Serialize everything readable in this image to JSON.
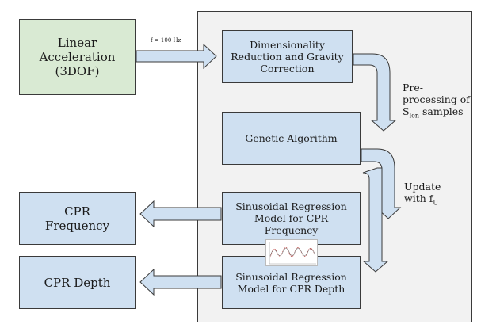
{
  "input_box": {
    "label": "Linear Acceleration (3DOF)"
  },
  "input_arrow": {
    "label": "f = 100 Hz"
  },
  "dim_reduction": {
    "label": "Dimensionality Reduction and Gravity Correction"
  },
  "preprocess_note": {
    "line1": "Pre-",
    "line2": "processing of",
    "s_letter": "S",
    "s_sub": "len",
    "line3_rest": " samples"
  },
  "genetic": {
    "label": "Genetic Algorithm"
  },
  "update_note": {
    "line1": "Update",
    "line2_prefix": "with f",
    "line2_sub": "U"
  },
  "freq_model": {
    "label": "Sinusoidal Regression Model for CPR Frequency"
  },
  "depth_model": {
    "label": "Sinusoidal Regression Model for CPR Depth"
  },
  "output_frequency": {
    "label": "CPR Frequency"
  },
  "output_depth": {
    "label": "CPR Depth"
  },
  "colors": {
    "box_blue": "#cfe0f1",
    "box_green": "#d9ead3",
    "panel": "#f2f2f2",
    "border": "#3a3a3a"
  }
}
